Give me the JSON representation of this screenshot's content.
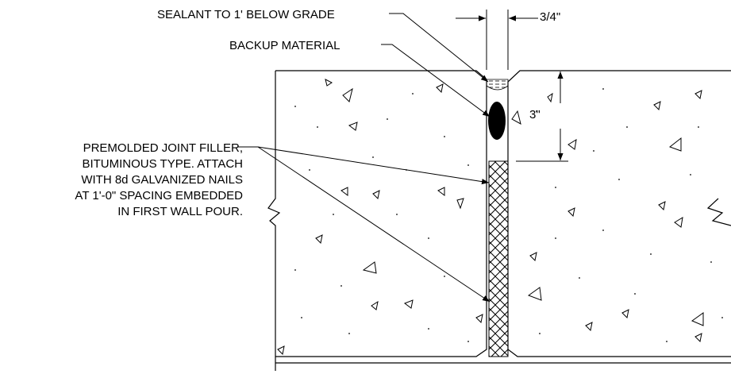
{
  "labels": {
    "sealant": "SEALANT TO 1' BELOW GRADE",
    "backup": "BACKUP MATERIAL",
    "dim_width": "3/4\"",
    "dim_depth": "3\"",
    "filler_lines": [
      "PREMOLDED JOINT FILLER,",
      "BITUMINOUS TYPE. ATTACH",
      "WITH 8d GALVANIZED NAILS",
      "AT 1'-0\" SPACING EMBEDDED",
      "IN FIRST WALL POUR."
    ]
  }
}
